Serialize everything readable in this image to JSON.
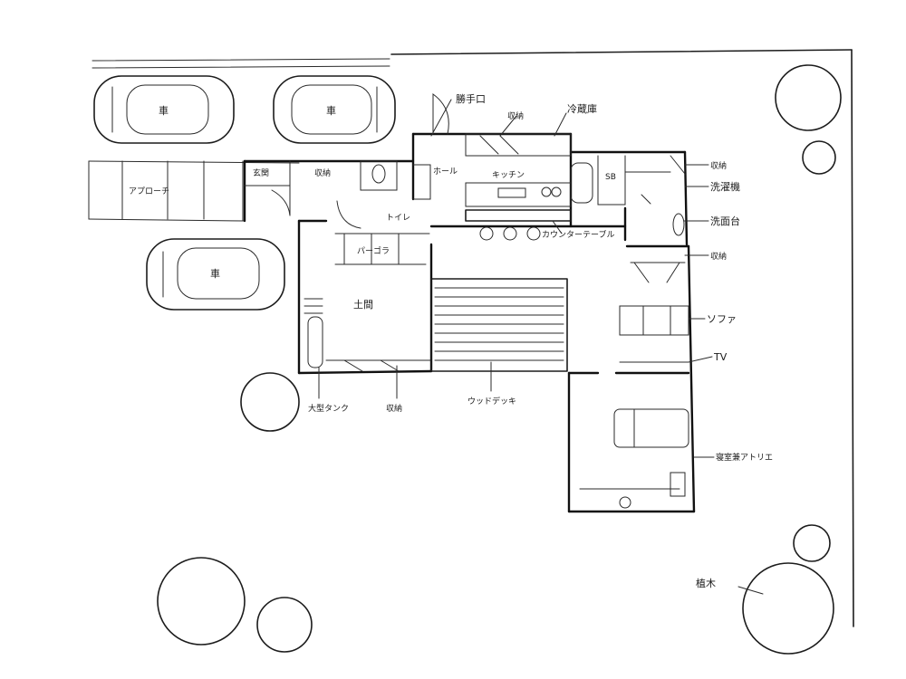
{
  "labels": {
    "car_1": "車",
    "car_2": "車",
    "car_3": "車",
    "approach": "アプローチ",
    "entrance": "玄関",
    "storage_entrance": "収納",
    "toilet": "トイレ",
    "hall": "ホール",
    "back_door": "勝手口",
    "storage_kitchen": "収納",
    "fridge": "冷蔵庫",
    "kitchen": "キッチン",
    "counter_table": "カウンターテーブル",
    "storage_bath_1": "収納",
    "washing_machine": "洗濯機",
    "sb": "SB",
    "wash_basin": "洗面台",
    "storage_bath_2": "収納",
    "pergola": "パーゴラ",
    "doma": "土間",
    "sofa": "ソファ",
    "tv": "TV",
    "wood_deck": "ウッドデッキ",
    "water_tank": "大型タンク",
    "storage_doma": "収納",
    "bedroom_atelier": "寝室兼アトリエ",
    "tree": "植木"
  },
  "colors": {
    "ink": "#1c1c1c",
    "paper": "#ffffff"
  }
}
